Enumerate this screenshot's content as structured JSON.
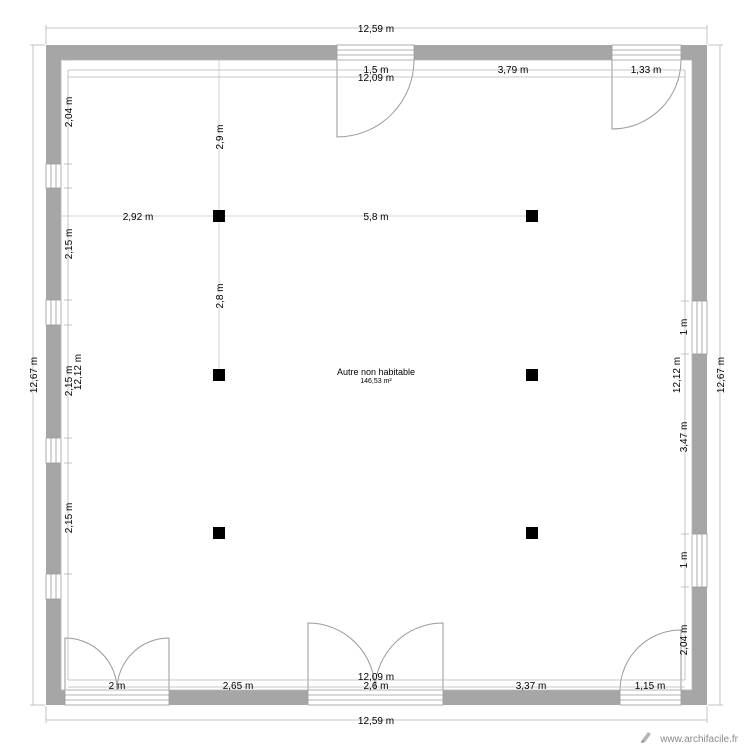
{
  "room": {
    "name": "Autre non habitable",
    "area": "146,53 m²"
  },
  "dimensions": {
    "outer_top": "12,59 m",
    "outer_bottom": "12,59 m",
    "outer_left": "12,67 m",
    "outer_right": "12,67 m",
    "inner_top": "12,09 m",
    "inner_bottom": "12,09 m",
    "inner_left": "12,12 m",
    "inner_right": "12,12 m",
    "top_door_width": "1,5 m",
    "top_mid_segment": "3,79 m",
    "top_right_segment": "1,33 m",
    "bottom_left_segment": "2 m",
    "bottom_seg_2": "2,65 m",
    "bottom_door_width": "2,6 m",
    "bottom_seg_4": "3,37 m",
    "bottom_right_segment": "1,15 m",
    "left_seg_1": "2,04 m",
    "left_seg_2": "2,15 m",
    "left_seg_3": "2,15 m",
    "left_seg_4": "2,15 m",
    "right_seg_1": "1 m",
    "right_seg_2": "3,47 m",
    "right_seg_3": "1 m",
    "right_seg_4": "2,04 m",
    "col_v_1": "2,9 m",
    "col_v_2": "2,8 m",
    "col_h_1": "2,92 m",
    "col_h_2": "5,8 m"
  },
  "watermark": {
    "brand": "www.archifacile.fr",
    "icon": "pencil-logo-icon"
  },
  "colors": {
    "wall": "#a6a6a6",
    "line": "#9a9a9a",
    "column": "#000000"
  }
}
